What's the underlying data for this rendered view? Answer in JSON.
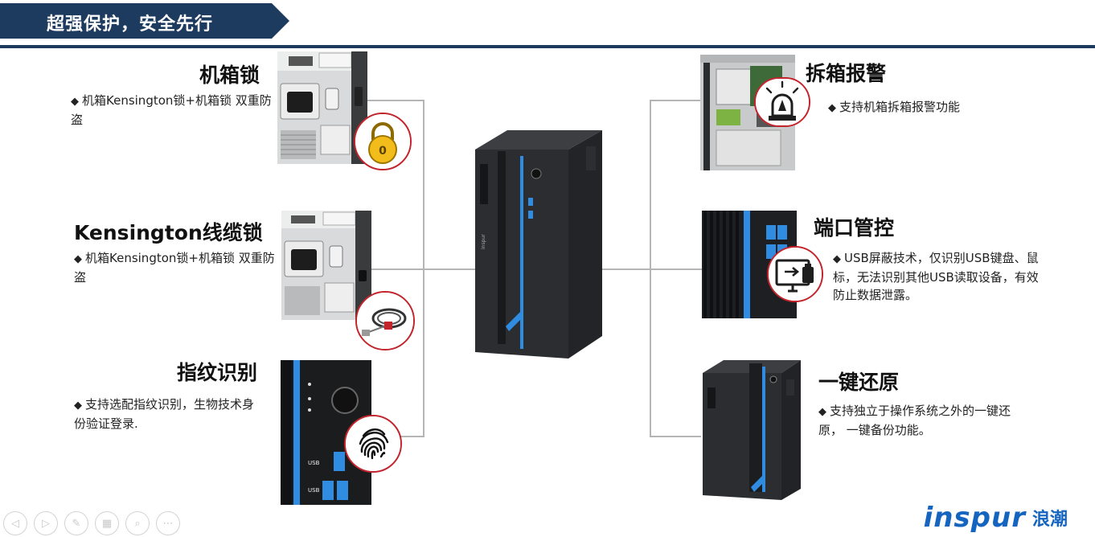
{
  "header": {
    "title": "超强保护，安全先行"
  },
  "features": {
    "case_lock": {
      "title": "机箱锁",
      "desc": "机箱Kensington锁+机箱锁 双重防盗"
    },
    "kensington": {
      "title": "Kensington线缆锁",
      "desc": "机箱Kensington锁+机箱锁 双重防盗"
    },
    "fingerprint": {
      "title": "指纹识别",
      "desc": "支持选配指纹识别，生物技术身份验证登录."
    },
    "intrusion_alarm": {
      "title": "拆箱报警",
      "desc": "支持机箱拆箱报警功能"
    },
    "port_control": {
      "title": "端口管控",
      "desc": "USB屏蔽技术，仅识别USB键盘、鼠标，无法识别其他USB读取设备，有效防止数据泄露。"
    },
    "one_key_restore": {
      "title": "一键还原",
      "desc": "支持独立于操作系统之外的一键还原， 一键备份功能。"
    }
  },
  "product": {
    "brand_mark": "inspur",
    "front_usb_label": "USB"
  },
  "lock_badge": "0",
  "logo": {
    "en": "inspur",
    "cn": "浪潮"
  },
  "nav_icons": [
    "prev-icon",
    "next-icon",
    "pen-icon",
    "grid-icon",
    "zoom-icon",
    "more-icon"
  ],
  "colors": {
    "banner": "#1d3a5f",
    "accent_red": "#c3242b",
    "accent_blue": "#2f8ce0",
    "logo_blue": "#1565c0"
  }
}
